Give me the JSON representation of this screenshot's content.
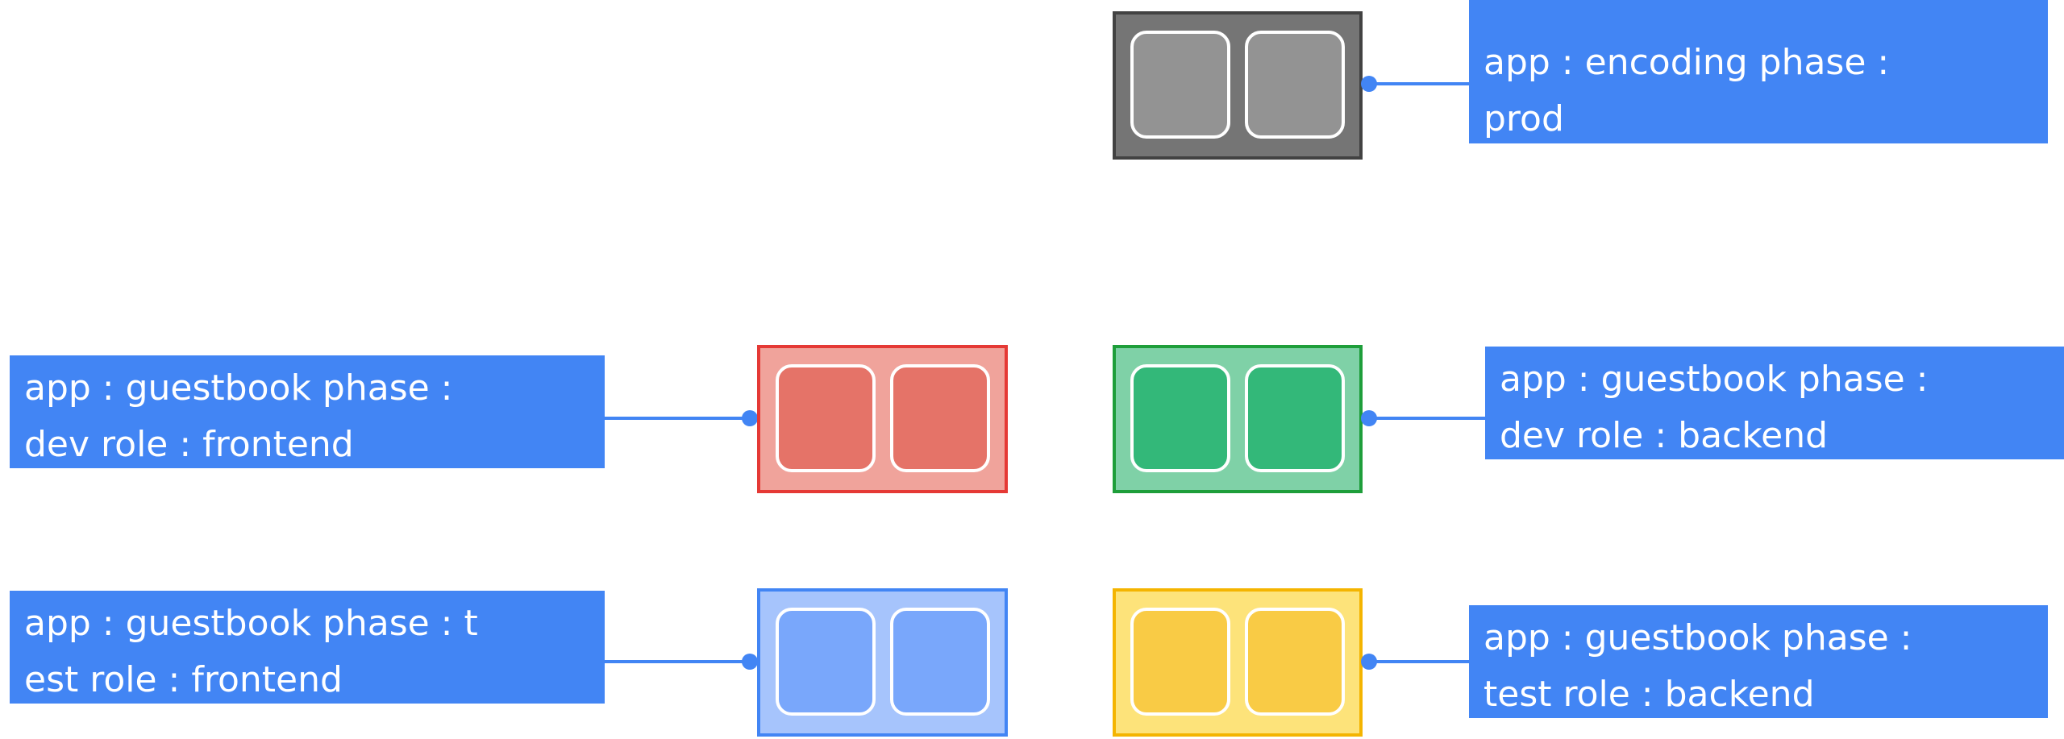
{
  "colors": {
    "label_bg": "#4285f4",
    "connector": "#4285f4",
    "gray_border": "#424242",
    "gray_fill": "#757575",
    "gray_inner": "#939393",
    "red_border": "#e53935",
    "red_fill": "#f0a39b",
    "red_inner": "#e57368",
    "green_border": "#1e9e3a",
    "green_fill": "#7fd1a7",
    "green_inner": "#33b879",
    "blue_border": "#4285f4",
    "blue_fill": "#a6c4fc",
    "blue_inner": "#79a7fb",
    "yellow_border": "#f4b400",
    "yellow_fill": "#fde37a",
    "yellow_inner": "#f9cb45"
  },
  "pods": [
    {
      "id": "encoding-prod",
      "color": "gray",
      "label_lines": [
        "app : encoding   phase :",
        "prod"
      ]
    },
    {
      "id": "guestbook-dev-frontend",
      "color": "red",
      "label_lines": [
        "app : guestbook   phase :",
        "dev   role : frontend"
      ]
    },
    {
      "id": "guestbook-dev-backend",
      "color": "green",
      "label_lines": [
        "app : guestbook   phase :",
        "dev role :   backend"
      ]
    },
    {
      "id": "guestbook-test-frontend",
      "color": "blue",
      "label_lines": [
        "app : guestbook   phase : t",
        "est role :   frontend"
      ]
    },
    {
      "id": "guestbook-test-backend",
      "color": "yellow",
      "label_lines": [
        "app : guestbook   phase :",
        "test role :   backend"
      ]
    }
  ]
}
